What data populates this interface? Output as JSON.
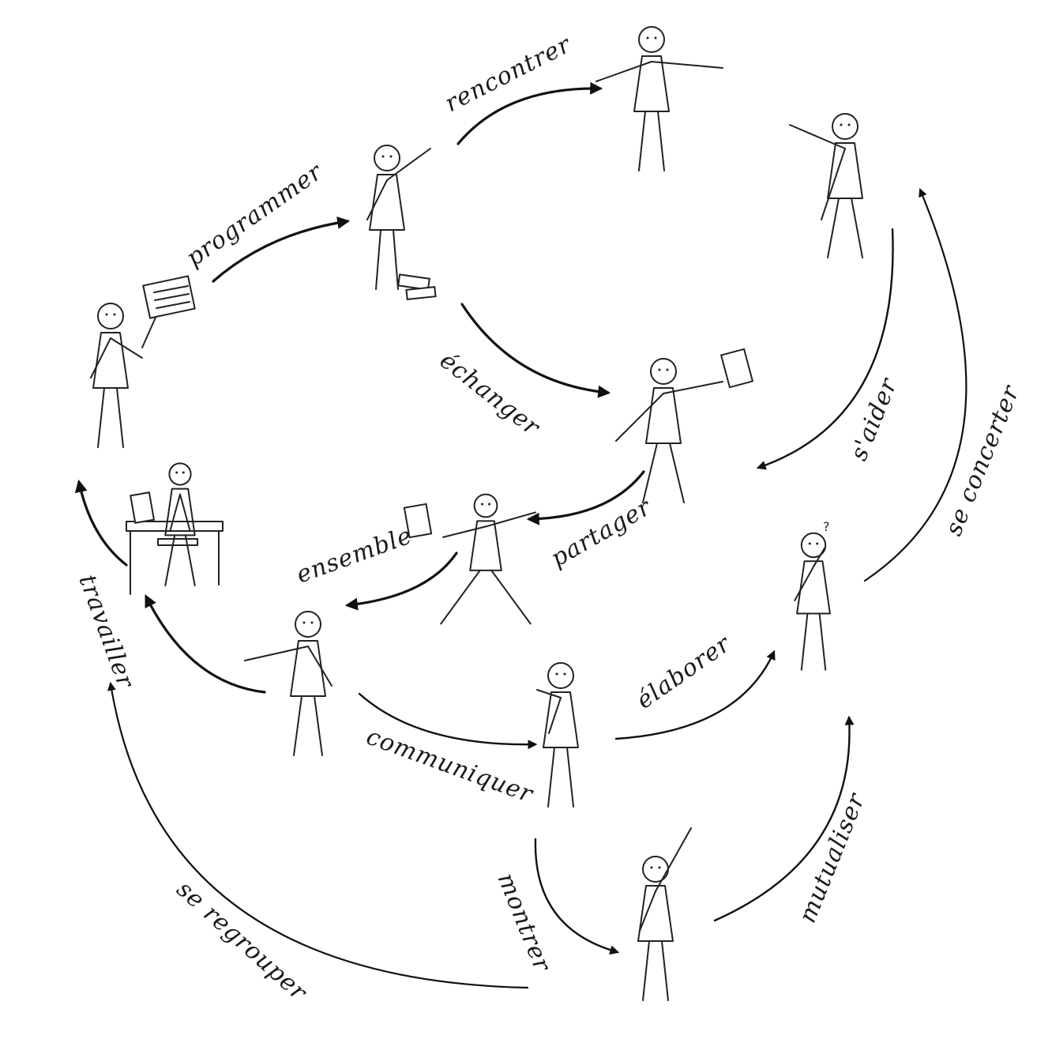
{
  "diagram": {
    "labels": {
      "rencontrer": "rencontrer",
      "programmer": "programmer",
      "echanger": "échanger",
      "s_aider": "s'aider",
      "se_concerter": "se concerter",
      "partager": "partager",
      "ensemble": "ensemble",
      "travailler": "travailler",
      "elaborer": "élaborer",
      "communiquer": "communiquer",
      "montrer": "montrer",
      "mutualiser": "mutualiser",
      "se_regrouper": "se regrouper"
    },
    "colors": {
      "ink": "#111111",
      "background": "#ffffff"
    }
  }
}
